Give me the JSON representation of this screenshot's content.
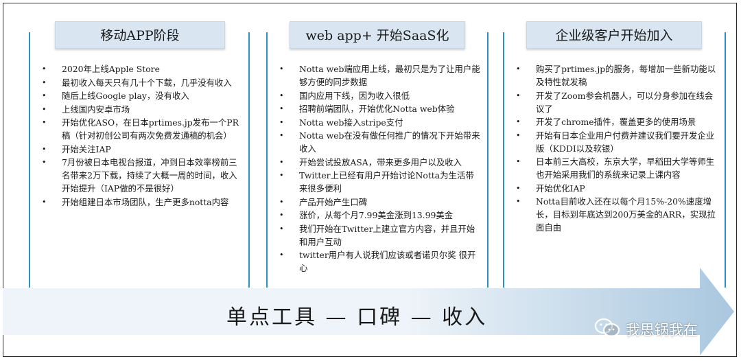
{
  "stages": [
    {
      "title": "移动APP阶段",
      "items": [
        "2020年上线Apple Store",
        "最初收入每天只有几十个下载，几乎没有收入",
        "随后上线Google play，没有收入",
        "上线国内安卓市场",
        "开始优化ASO，在日本prtimes.jp发布一个PR稿（针对初创公司有两次免费发通稿的机会）",
        "开始关注IAP",
        "7月份被日本电视台报道，冲到日本效率榜前三名带来2万下载，持续了大概一周的时间，收入开始提升（IAP做的不是很好）",
        "开始组建日本市场团队，生产更多notta内容"
      ]
    },
    {
      "title": "web app+ 开始SaaS化",
      "items": [
        "Notta web端应用上线，最初只是为了让用户能够方便的同步数据",
        "国内应用下线，因为收入很低",
        "招聘前端团队，开始优化Notta web体验",
        "Notta web接入stripe支付",
        "Notta web在没有做任何推广的情况下开始带来收入",
        "开始尝试投放ASA，带来更多用户以及收入",
        "Twitter上已经有用户开始讨论Notta为生活带来很多便利",
        "产品开始产生口碑",
        "涨价，从每个月7.99美金涨到13.99美金",
        "我们开始在Twitter上建立官方内容，并且开始和用户互动",
        "twitter用户有人说我们应该或者诺贝尔奖 很开心"
      ]
    },
    {
      "title": "企业级客户开始加入",
      "items": [
        "购买了prtimes.jp的服务，每增加一些新功能以及特性就发稿",
        "开发了Zoom参会机器人，可以分身参加在线会议了",
        "开发了chrome插件，覆盖更多的使用场景",
        "开始有日本企业用户付费并建议我们要开发企业版（KDDI以及软银）",
        "日本前三大高校，东京大学，早稻田大学等师生也开始采用我们的系统来记录上课内容",
        "开始优化IAP",
        "Notta目前收入还在以每个月15%-20%速度增长，目标到年底达到200万美金的ARR，实现拉面自由"
      ]
    }
  ],
  "bullet_char": "•",
  "arrow": {
    "label": "单点工具 — 口碑 — 收入",
    "color_light": "#eef4f9",
    "color_dark": "#a9c7df"
  },
  "watermark": {
    "text": "我思锅我在",
    "icon": "wechat-icon"
  }
}
